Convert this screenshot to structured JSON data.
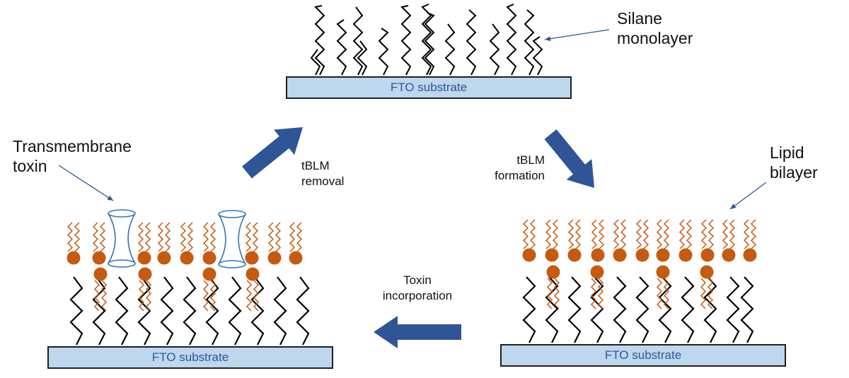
{
  "substrate_label": "FTO substrate",
  "labels": {
    "silane_monolayer": "Silane\nmonolayer",
    "transmembrane_toxin": "Transmembrane\ntoxin",
    "lipid_bilayer": "Lipid\nbilayer",
    "tblm_removal": "tBLM\nremoval",
    "tblm_formation": "tBLM\nformation",
    "toxin_incorporation": "Toxin\nincorporation"
  },
  "colors": {
    "substrate_fill": "#bdd7ee",
    "substrate_text": "#2f5597",
    "arrow": "#2f5597",
    "lipid": "#c55a11",
    "chain": "#000000",
    "pore": "#2e75b6"
  }
}
